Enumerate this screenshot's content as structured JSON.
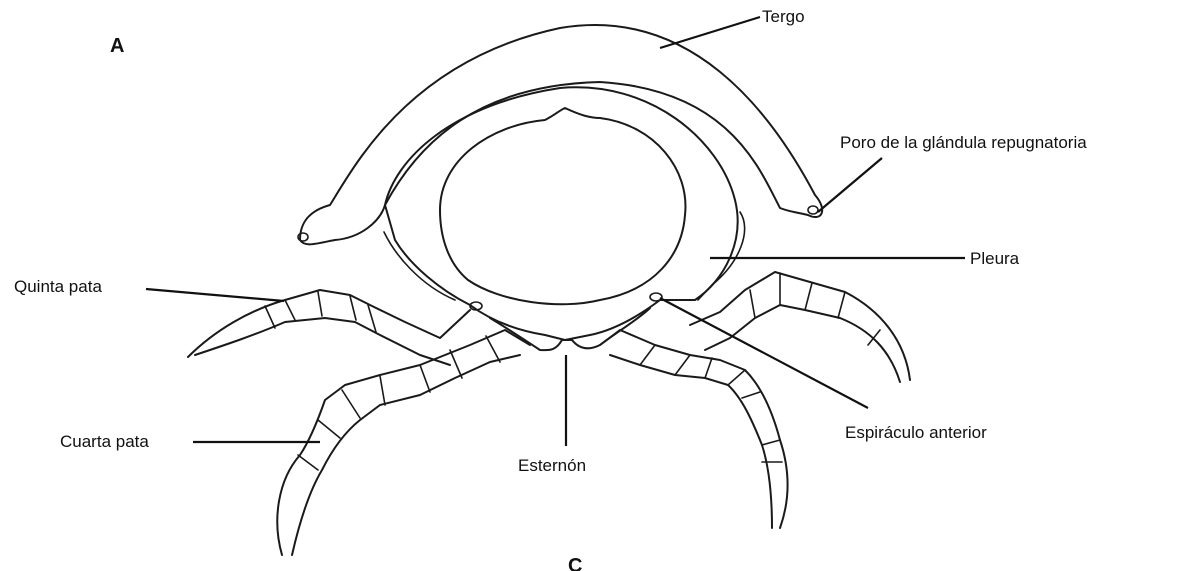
{
  "figure": {
    "panel_letter": "A",
    "bottom_letter": "C",
    "labels": {
      "tergo": "Tergo",
      "poro": "Poro de la glándula repugnatoria",
      "pleura": "Pleura",
      "quinta_pata": "Quinta pata",
      "cuarta_pata": "Cuarta pata",
      "esternon": "Esternón",
      "espiraculo": "Espiráculo anterior"
    }
  }
}
